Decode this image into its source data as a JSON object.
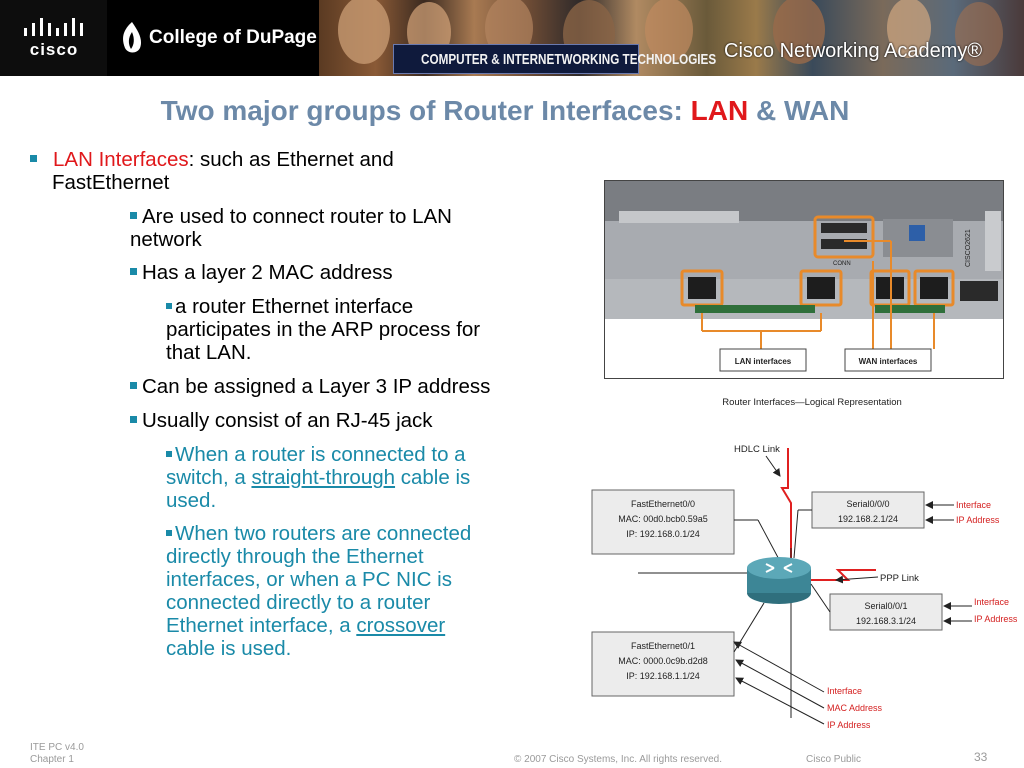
{
  "banner": {
    "cisco_logo_text": "cisco",
    "college_logo_text": "College of DuPage",
    "program_text": "COMPUTER & INTERNETWORKING TECHNOLOGIES",
    "academy_text": "Cisco Networking Academy®"
  },
  "title": {
    "prefix": "Two major groups of Router Interfaces: ",
    "lan": "LAN",
    "suffix": " & WAN"
  },
  "bullets": {
    "b1_red": "LAN Interfaces",
    "b1_rest_line1": ": such as Ethernet and",
    "b1_rest_line2": "FastEthernet",
    "b2_line1": "Are used to connect router to LAN",
    "b2_line2": "network",
    "b3": "Has a layer 2 MAC address",
    "b4_line1": "a router Ethernet interface",
    "b4_line2": "participates in the ARP process for",
    "b4_line3": "that LAN.",
    "b5": "Can be assigned a Layer 3 IP address",
    "b6": "Usually consist of an RJ-45 jack",
    "b7_line1": "When a router is connected to a",
    "b7_line2_pre": "switch, a ",
    "b7_link": "straight-through",
    "b7_line2_post": " cable is",
    "b7_line3": "used.",
    "b8_line1": "When two routers are connected",
    "b8_line2": "directly through the Ethernet",
    "b8_line3": "interfaces, or when a PC NIC is",
    "b8_line4": "connected directly to a router",
    "b8_line5_pre": "Ethernet interface, a ",
    "b8_link": "crossover",
    "b8_line6": "cable is used."
  },
  "photo": {
    "lan_label": "LAN interfaces",
    "wan_label": "WAN interfaces",
    "model_label": "CISCO2621",
    "conn_label": "CONN"
  },
  "diagram": {
    "title": "Router Interfaces—Logical Representation",
    "hdlc_label": "HDLC Link",
    "ppp_label": "PPP Link",
    "fe00": {
      "name": "FastEthernet0/0",
      "mac": "MAC: 00d0.bcb0.59a5",
      "ip": "IP: 192.168.0.1/24"
    },
    "fe01": {
      "name": "FastEthernet0/1",
      "mac": "MAC: 0000.0c9b.d2d8",
      "ip": "IP: 192.168.1.1/24"
    },
    "s000": {
      "name": "Serial0/0/0",
      "ip": "192.168.2.1/24"
    },
    "s001": {
      "name": "Serial0/0/1",
      "ip": "192.168.3.1/24"
    },
    "ann_interface": "Interface",
    "ann_ip_address": "IP Address",
    "ann_mac_address": "MAC Address"
  },
  "footer": {
    "course": "ITE PC v4.0",
    "chapter": "Chapter 1",
    "copyright": "© 2007 Cisco Systems, Inc. All rights reserved.",
    "classification": "Cisco Public",
    "page": "33"
  },
  "colors": {
    "title_blue": "#6c89a8",
    "accent_red": "#e0181b",
    "bullet_teal": "#1a8aa8",
    "annotation_red": "#d42020"
  }
}
